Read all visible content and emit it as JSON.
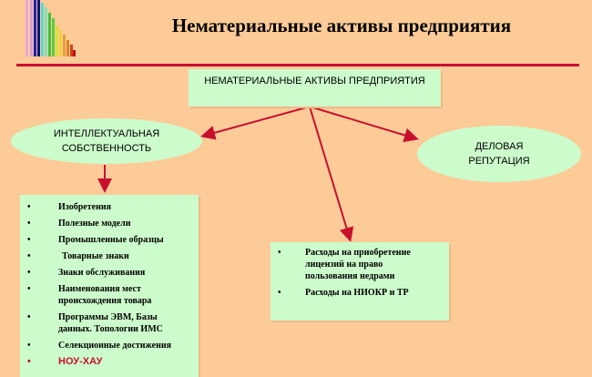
{
  "title": "Нематериальные активы предприятия",
  "top_box": "НЕМАТЕРИАЛЬНЫЕ АКТИВЫ ПРЕДПРИЯТИЯ",
  "left_node": "ИНТЕЛЛЕКТУАЛЬНАЯ СОБСТВЕННОСТЬ",
  "right_node": "ДЕЛОВАЯ РЕПУТАЦИЯ",
  "left_items": [
    "Изобретения",
    "Полезные модели",
    "Промышленные образцы",
    "Товарные знаки",
    "Знаки обслуживания",
    "Наименования мест происхождения товара",
    "Программы ЭВМ, Базы данных. Топологии ИМС",
    "Селекционные достижения",
    "НОУ-ХАУ"
  ],
  "middle_items": [
    "Расходы на приобретение лицензий на право пользования недрами",
    "Расходы на НИОКР и ТР"
  ],
  "colors": {
    "background": "#fdcb98",
    "box": "#ccfccc",
    "accent": "#c8102e"
  }
}
